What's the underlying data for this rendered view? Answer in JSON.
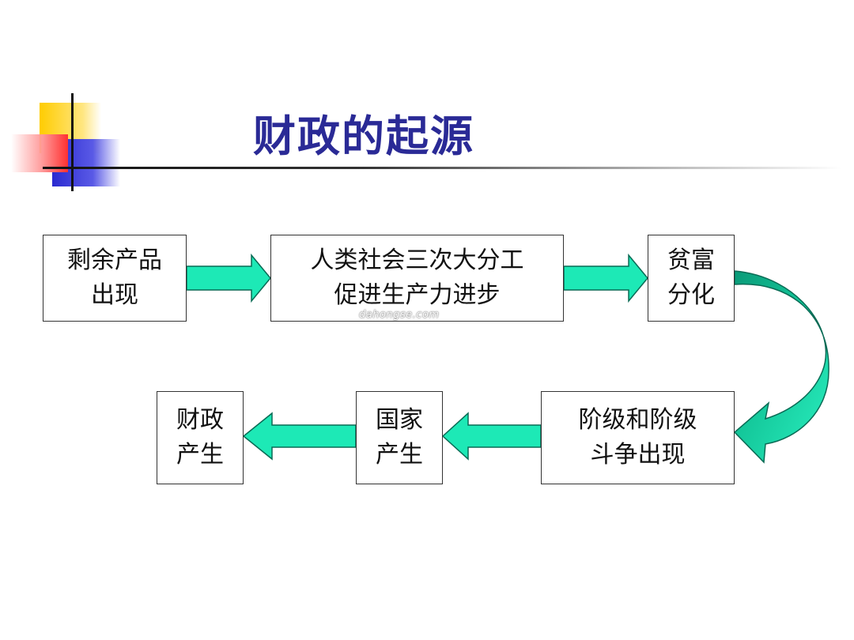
{
  "title": "财政的起源",
  "watermark": "dahongse.com",
  "colors": {
    "title": "#2a2a96",
    "arrow_fill": "#1de9b6",
    "arrow_stroke": "#0a6b55",
    "curve_dark": "#0a9a78"
  },
  "flow": {
    "boxes": [
      {
        "id": "surplus",
        "text": "剩余产品\n出现"
      },
      {
        "id": "division",
        "text": "人类社会三次大分工\n促进生产力进步"
      },
      {
        "id": "wealth",
        "text": "贫富\n分化"
      },
      {
        "id": "class",
        "text": "阶级和阶级\n斗争出现"
      },
      {
        "id": "state",
        "text": "国家\n产生"
      },
      {
        "id": "finance",
        "text": "财政\n产生"
      }
    ],
    "sequence": [
      "surplus",
      "division",
      "wealth",
      "class",
      "state",
      "finance"
    ]
  }
}
